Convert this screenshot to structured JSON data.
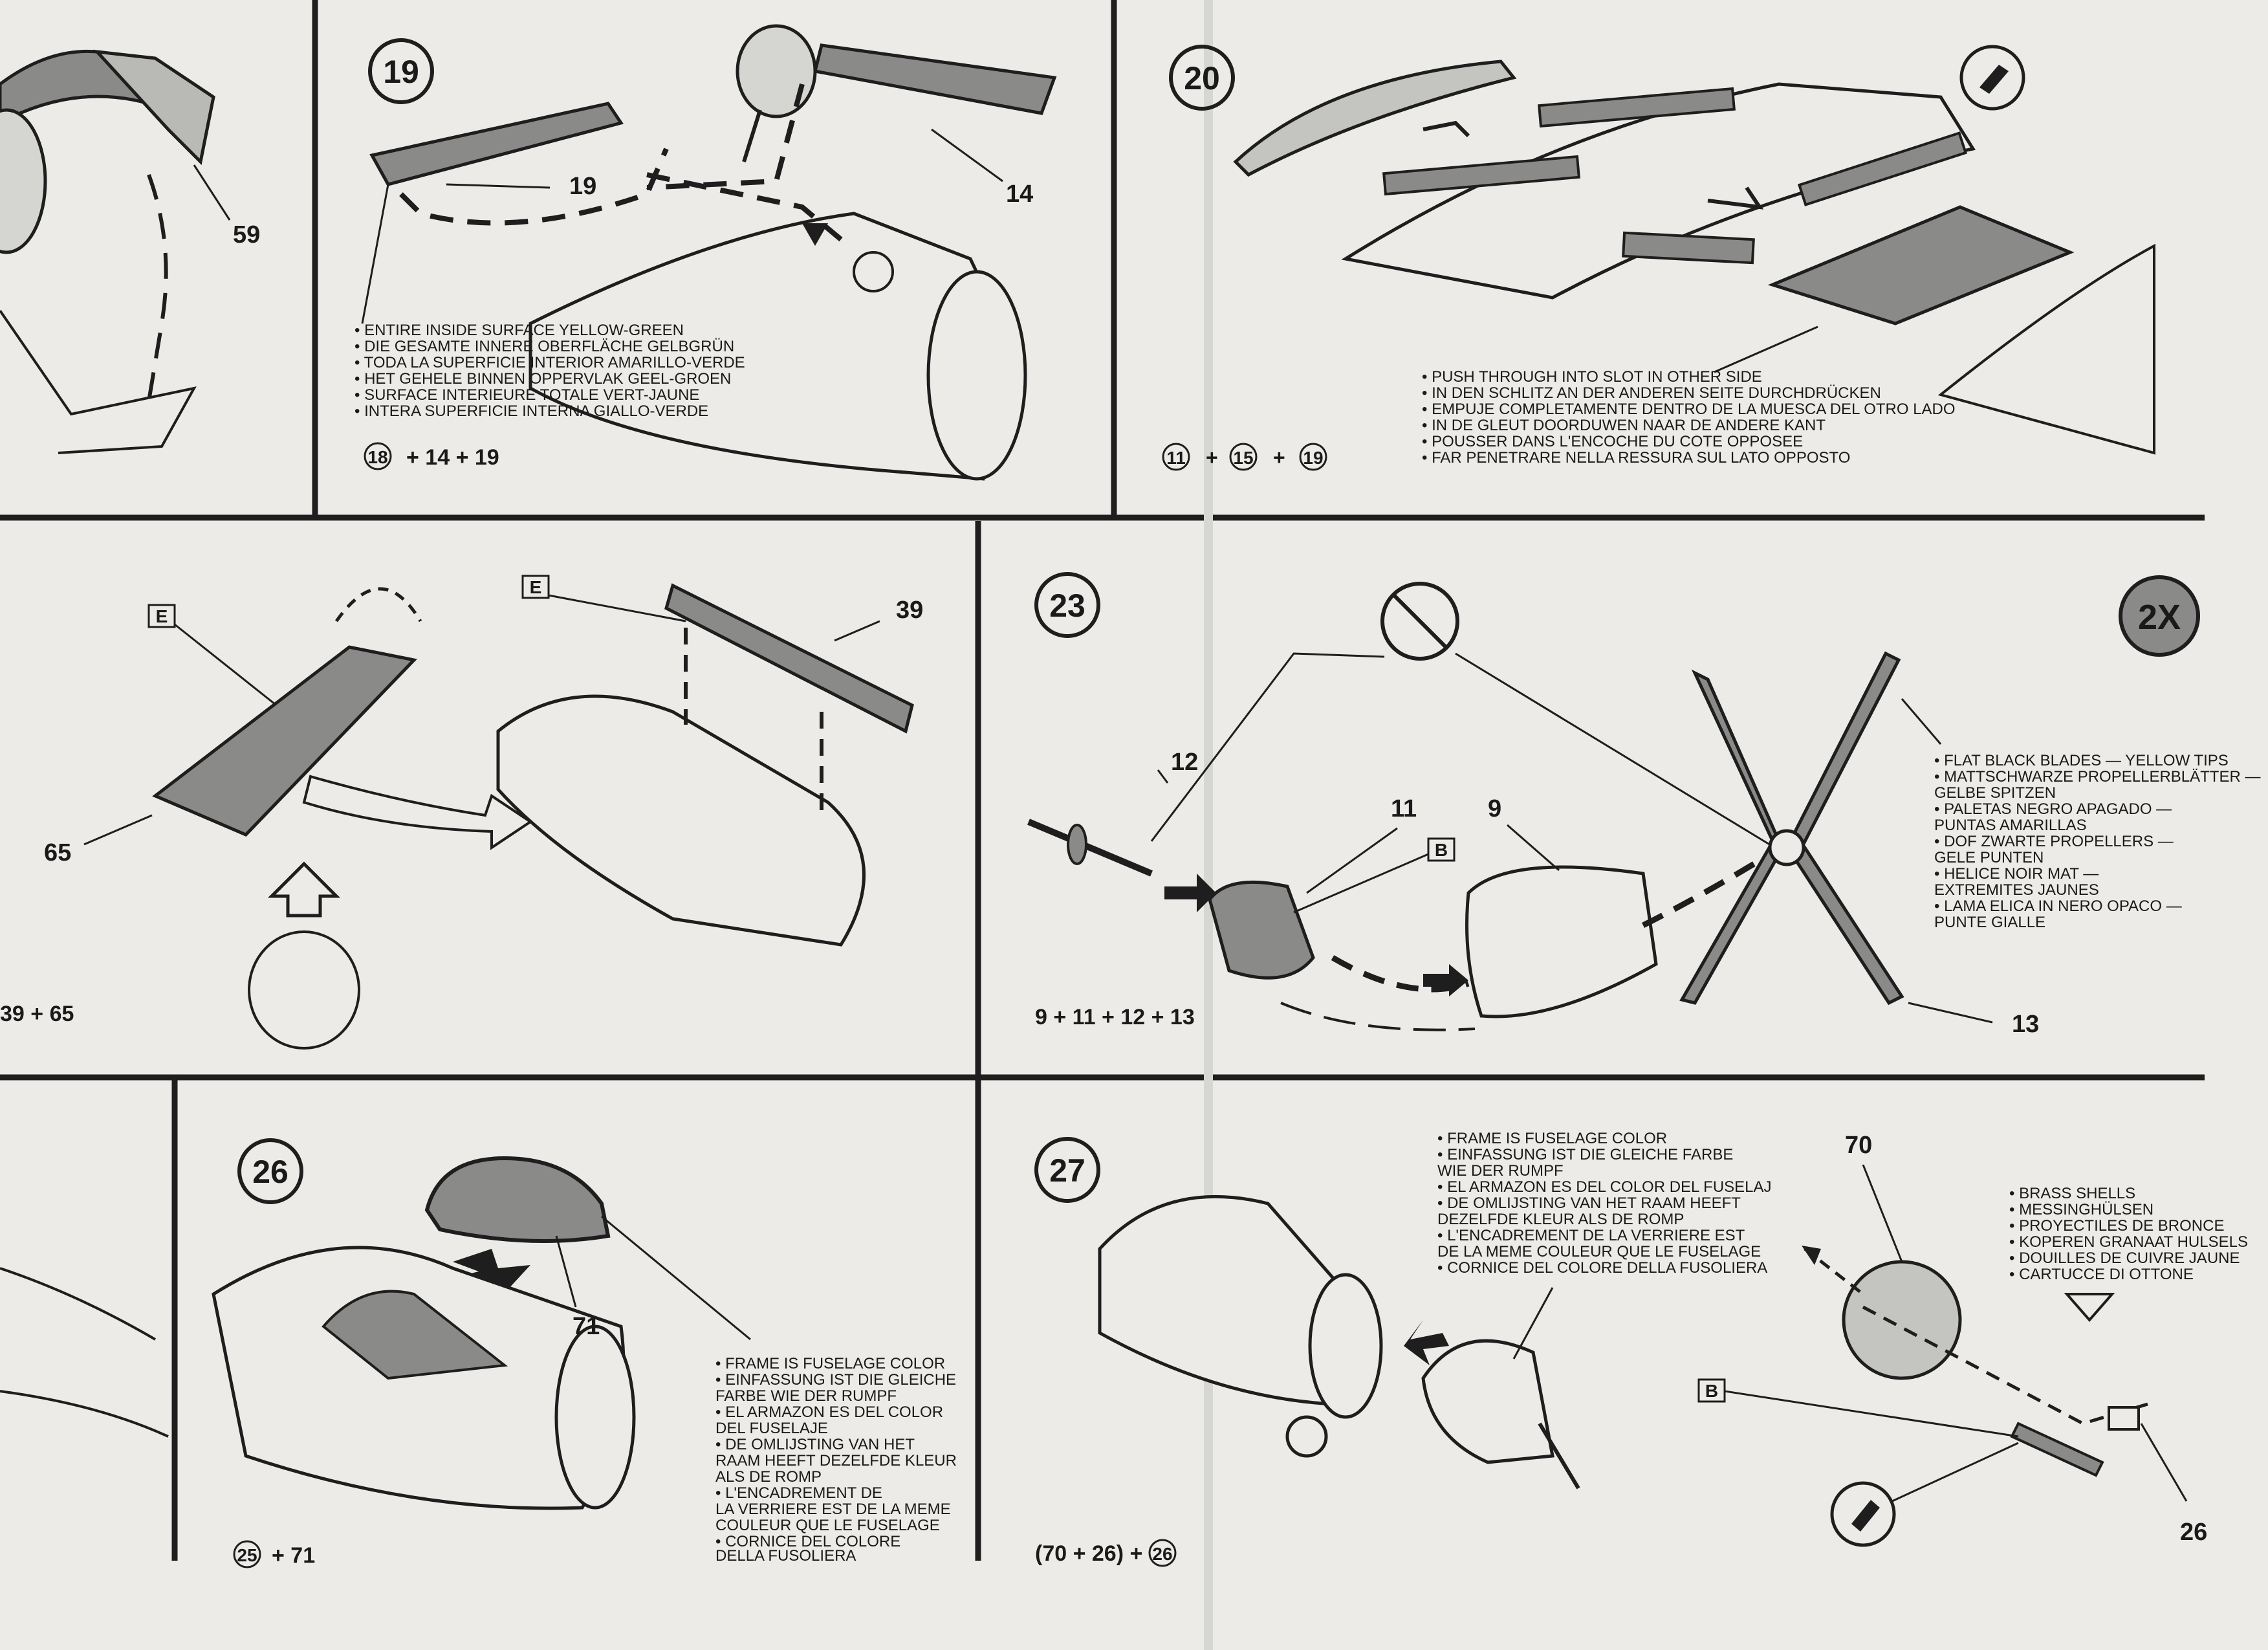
{
  "steps": {
    "s19": {
      "number": "19",
      "callouts": [
        "19",
        "14"
      ],
      "notes": [
        "• ENTIRE INSIDE SURFACE YELLOW-GREEN",
        "• DIE GESAMTE INNERE OBERFLÄCHE GELBGRÜN",
        "• TODA LA SUPERFICIE INTERIOR AMARILLO-VERDE",
        "• HET GEHELE BINNEN OPPERVLAK GEEL-GROEN",
        "• SURFACE INTERIEURE TOTALE VERT-JAUNE",
        "• INTERA SUPERFICIE INTERNA GIALLO-VERDE"
      ],
      "formula_circled": "18",
      "formula_rest": "+ 14 + 19"
    },
    "s18_partial": {
      "callout": "59"
    },
    "s20": {
      "number": "20",
      "notes": [
        "• PUSH THROUGH INTO SLOT IN OTHER SIDE",
        "• IN DEN SCHLITZ AN DER ANDEREN SEITE DURCHDRÜCKEN",
        "• EMPUJE COMPLETAMENTE DENTRO DE LA MUESCA DEL OTRO LADO",
        "• IN DE GLEUT DOORDUWEN NAAR DE ANDERE KANT",
        "• POUSSER DANS L'ENCOCHE DU COTE OPPOSEE",
        "• FAR PENETRARE NELLA RESSURA SUL LATO OPPOSTO"
      ],
      "formula_a": "11",
      "formula_b": "15",
      "formula_c": "19",
      "plus": "+"
    },
    "s22": {
      "label_e1": "E",
      "label_e2": "E",
      "callout_39": "39",
      "callout_65": "65",
      "formula": "39 + 65"
    },
    "s23": {
      "number": "23",
      "multiplier": "2X",
      "callouts": [
        "12",
        "11",
        "9",
        "13"
      ],
      "label_b": "B",
      "notes": [
        "• FLAT BLACK BLADES — YELLOW TIPS",
        "• MATTSCHWARZE PROPELLERBLÄTTER —",
        "   GELBE SPITZEN",
        "• PALETAS NEGRO APAGADO —",
        "   PUNTAS AMARILLAS",
        "• DOF ZWARTE PROPELLERS —",
        "   GELE PUNTEN",
        "• HELICE NOIR MAT —",
        "   EXTREMITES JAUNES",
        "• LAMA ELICA IN NERO OPACO —",
        "   PUNTE GIALLE"
      ],
      "formula": "9 + 11 + 12 + 13"
    },
    "s26": {
      "number": "26",
      "callout": "71",
      "notes": [
        "• FRAME IS FUSELAGE COLOR",
        "• EINFASSUNG IST DIE GLEICHE",
        "   FARBE WIE DER RUMPF",
        "• EL ARMAZON ES DEL COLOR",
        "   DEL FUSELAJE",
        "• DE OMLIJSTING VAN HET",
        "   RAAM HEEFT DEZELFDE KLEUR",
        "   ALS DE ROMP",
        "• L'ENCADREMENT DE",
        "   LA VERRIERE EST DE LA MEME",
        "   COULEUR QUE LE FUSELAGE",
        "• CORNICE DEL COLORE",
        "   DELLA FUSOLIERA"
      ],
      "formula_circled": "25",
      "formula_rest": "+ 71"
    },
    "s27": {
      "number": "27",
      "callouts": [
        "70",
        "26"
      ],
      "label_b": "B",
      "notes_frame": [
        "• FRAME IS FUSELAGE COLOR",
        "• EINFASSUNG IST DIE GLEICHE FARBE",
        "   WIE DER RUMPF",
        "• EL ARMAZON ES DEL COLOR DEL FUSELAJ",
        "• DE OMLIJSTING VAN HET RAAM HEEFT",
        "   DEZELFDE KLEUR ALS DE ROMP",
        "• L'ENCADREMENT DE LA VERRIERE EST",
        "   DE LA MEME COULEUR QUE LE FUSELAGE",
        "• CORNICE DEL COLORE DELLA FUSOLIERA"
      ],
      "notes_brass": [
        "• BRASS SHELLS",
        "• MESSINGHÜLSEN",
        "• PROYECTILES DE BRONCE",
        "• KOPEREN GRANAAT HULSELS",
        "• DOUILLES DE CUIVRE JAUNE",
        "• CARTUCCE DI OTTONE"
      ],
      "formula_rest": "(70 + 26) +",
      "formula_circled": "26"
    }
  },
  "colors": {
    "ink": "#1e1e1e",
    "paper": "#ecebe8",
    "part_gray": "#8a8a88",
    "light_gray": "#c4c4c1"
  }
}
